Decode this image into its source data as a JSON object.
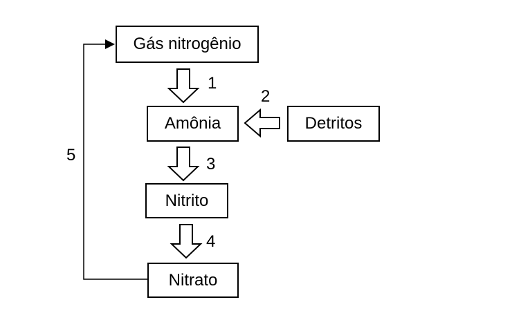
{
  "diagram": {
    "nodes": {
      "nitrogen_gas": "Gás nitrogênio",
      "ammonia": "Amônia",
      "detritus": "Detritos",
      "nitrite": "Nitrito",
      "nitrate": "Nitrato"
    },
    "steps": {
      "step1": "1",
      "step2": "2",
      "step3": "3",
      "step4": "4",
      "step5": "5"
    }
  }
}
